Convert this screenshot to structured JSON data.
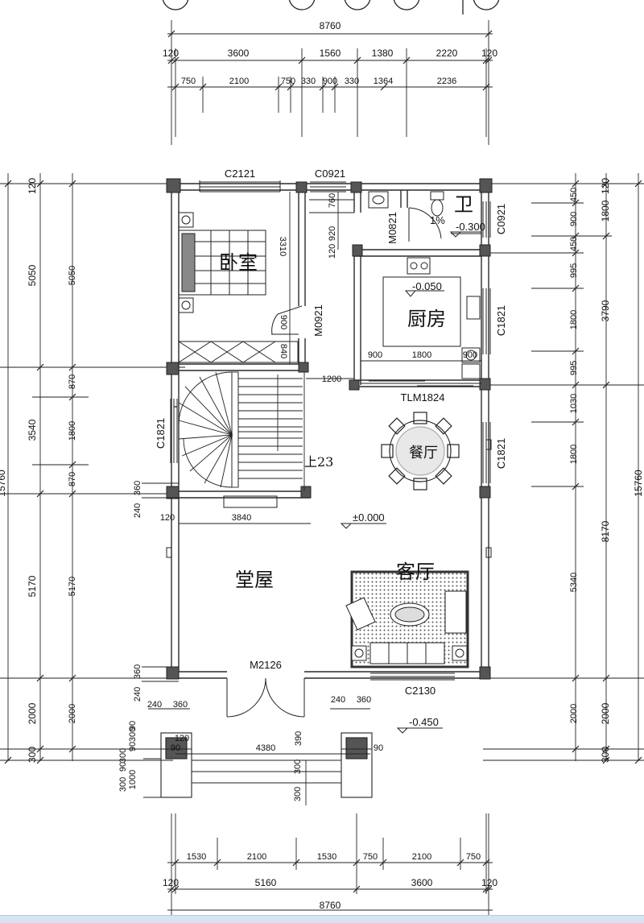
{
  "top_dimensions": {
    "overall": "8760",
    "row1": [
      "120",
      "3600",
      "1560",
      "1380",
      "2220",
      "120"
    ],
    "row2": [
      "750",
      "2100",
      "750",
      "330",
      "900",
      "330",
      "1364",
      "2236"
    ]
  },
  "bottom_dimensions": {
    "overall": "8760",
    "row1": [
      "120",
      "5160",
      "3600",
      "120"
    ],
    "row2": [
      "1530",
      "2100",
      "1530",
      "750",
      "2100",
      "750"
    ]
  },
  "left_dimensions": {
    "outer": [
      "120",
      "5050",
      "3540",
      "5170",
      "2000",
      "300"
    ],
    "inner": [
      "5050",
      "870",
      "1800",
      "870",
      "5170",
      "2000"
    ],
    "total": "15760"
  },
  "right_dimensions": {
    "inner": [
      "450",
      "900",
      "450",
      "995",
      "1800",
      "995",
      "1030",
      "1800",
      "5340",
      "2000"
    ],
    "outer": [
      "120",
      "1800",
      "3790",
      "8170",
      "2000",
      "300"
    ],
    "total": "15760"
  },
  "rooms": {
    "bedroom": "卧室",
    "kitchen": "厨房",
    "bathroom": "卫",
    "dining": "餐厅",
    "hall": "堂屋",
    "living": "客厅"
  },
  "openings": {
    "c2121": "C2121",
    "c0921_top": "C0921",
    "c0921_right": "C0921",
    "c1821_kitchen": "C1821",
    "c1821_dining": "C1821",
    "c1821_stair": "C1821",
    "m0821": "M0821",
    "m0921": "M0921",
    "tlm1824": "TLM1824",
    "m2126": "M2126",
    "c2130": "C2130"
  },
  "levels": {
    "kitchen": "-0.050",
    "bath": "-0.300",
    "floor": "±0.000",
    "outdoor": "-0.450",
    "bath_slope": "1%"
  },
  "stair_label": "上23",
  "inner_dims": {
    "d3310": "3310",
    "d760": "760",
    "d920": "920",
    "d120": "120",
    "d900_door": "900",
    "d840": "840",
    "d1200": "1200",
    "k900a": "900",
    "k1800": "1800",
    "k900b": "900",
    "d3840": "3840",
    "d360_stair": "360",
    "d240_stair": "240",
    "d120_stair": "120",
    "d360_hall": "360",
    "d240_hall": "240",
    "d240_porch_l": "240",
    "d360_porch_l": "360",
    "d240_porch_r": "240",
    "d360_porch_r": "360",
    "p4380": "4380",
    "p390": "390",
    "p90a": "90",
    "p90b": "90",
    "p120": "120",
    "p300a": "300",
    "p300b": "300",
    "p_left1": "300",
    "p_left2": "90",
    "p_left3": "90",
    "p_left4": "300",
    "p_left5": "90",
    "p_left6": "1000",
    "p_left7": "300"
  },
  "colors": {
    "line": "#1a1a1a",
    "wall": "#2a2a2a",
    "column": "#555555",
    "rug": "#cfcfcf"
  }
}
